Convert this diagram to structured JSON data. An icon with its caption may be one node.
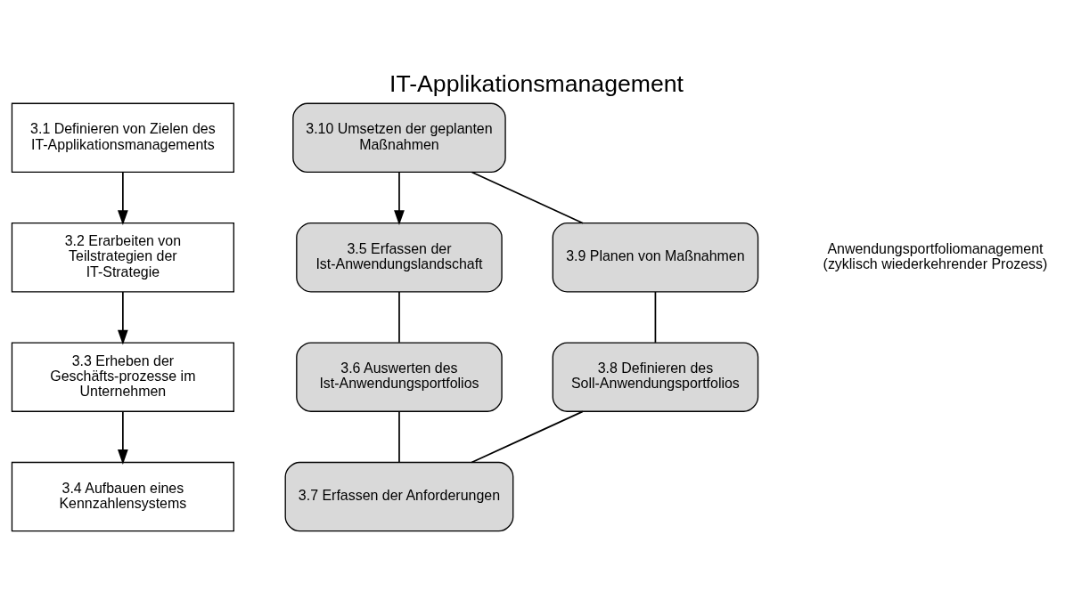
{
  "diagram": {
    "title": "IT-Applikationsmanagement",
    "nodes": [
      {
        "text": [
          "3.1 Definieren von Zielen des IT-Applikationsmanagements"
        ]
      },
      {
        "text": [
          "3.2 Erarbeiten von Teilstrategien der IT-Strategie"
        ]
      },
      {
        "text": [
          "3.3 Erheben der Geschäfts-prozesse im Unternehmen"
        ]
      },
      {
        "text": [
          "3.4 Aufbauen eines Kennzahlensystems"
        ]
      },
      {
        "text": [
          "3.10 Umsetzen der geplanten Maßnahmen"
        ]
      },
      {
        "text": [
          "3.5 Erfassen der Ist-Anwendungslandschaft"
        ]
      },
      {
        "text": [
          "3.6 Auswerten des Ist-Anwendungsportfolios"
        ]
      },
      {
        "text": [
          "3.7 Erfassen der Anforderungen"
        ]
      },
      {
        "text": [
          "3.8 Definieren des Soll-Anwendungsportfolios"
        ]
      },
      {
        "text": [
          "3.9 Planen von Maßnahmen"
        ]
      }
    ],
    "edges": [
      {
        "from": 0,
        "to": 1,
        "arrow": "to"
      },
      {
        "from": 1,
        "to": 2,
        "arrow": "to"
      },
      {
        "from": 2,
        "to": 3,
        "arrow": "to"
      },
      {
        "from": 4,
        "to": 5,
        "arrow": "to"
      },
      {
        "from": 5,
        "to": 6,
        "arrow": "none"
      },
      {
        "from": 6,
        "to": 7,
        "arrow": "none"
      },
      {
        "from": 7,
        "to": 8,
        "arrow": "none"
      },
      {
        "from": 8,
        "to": 9,
        "arrow": "none"
      },
      {
        "from": 9,
        "to": 4,
        "arrow": "none"
      }
    ],
    "labels": [
      "Anwendungsportfoliomanagement (zyklisch wiederkehrender Prozess)"
    ]
  }
}
